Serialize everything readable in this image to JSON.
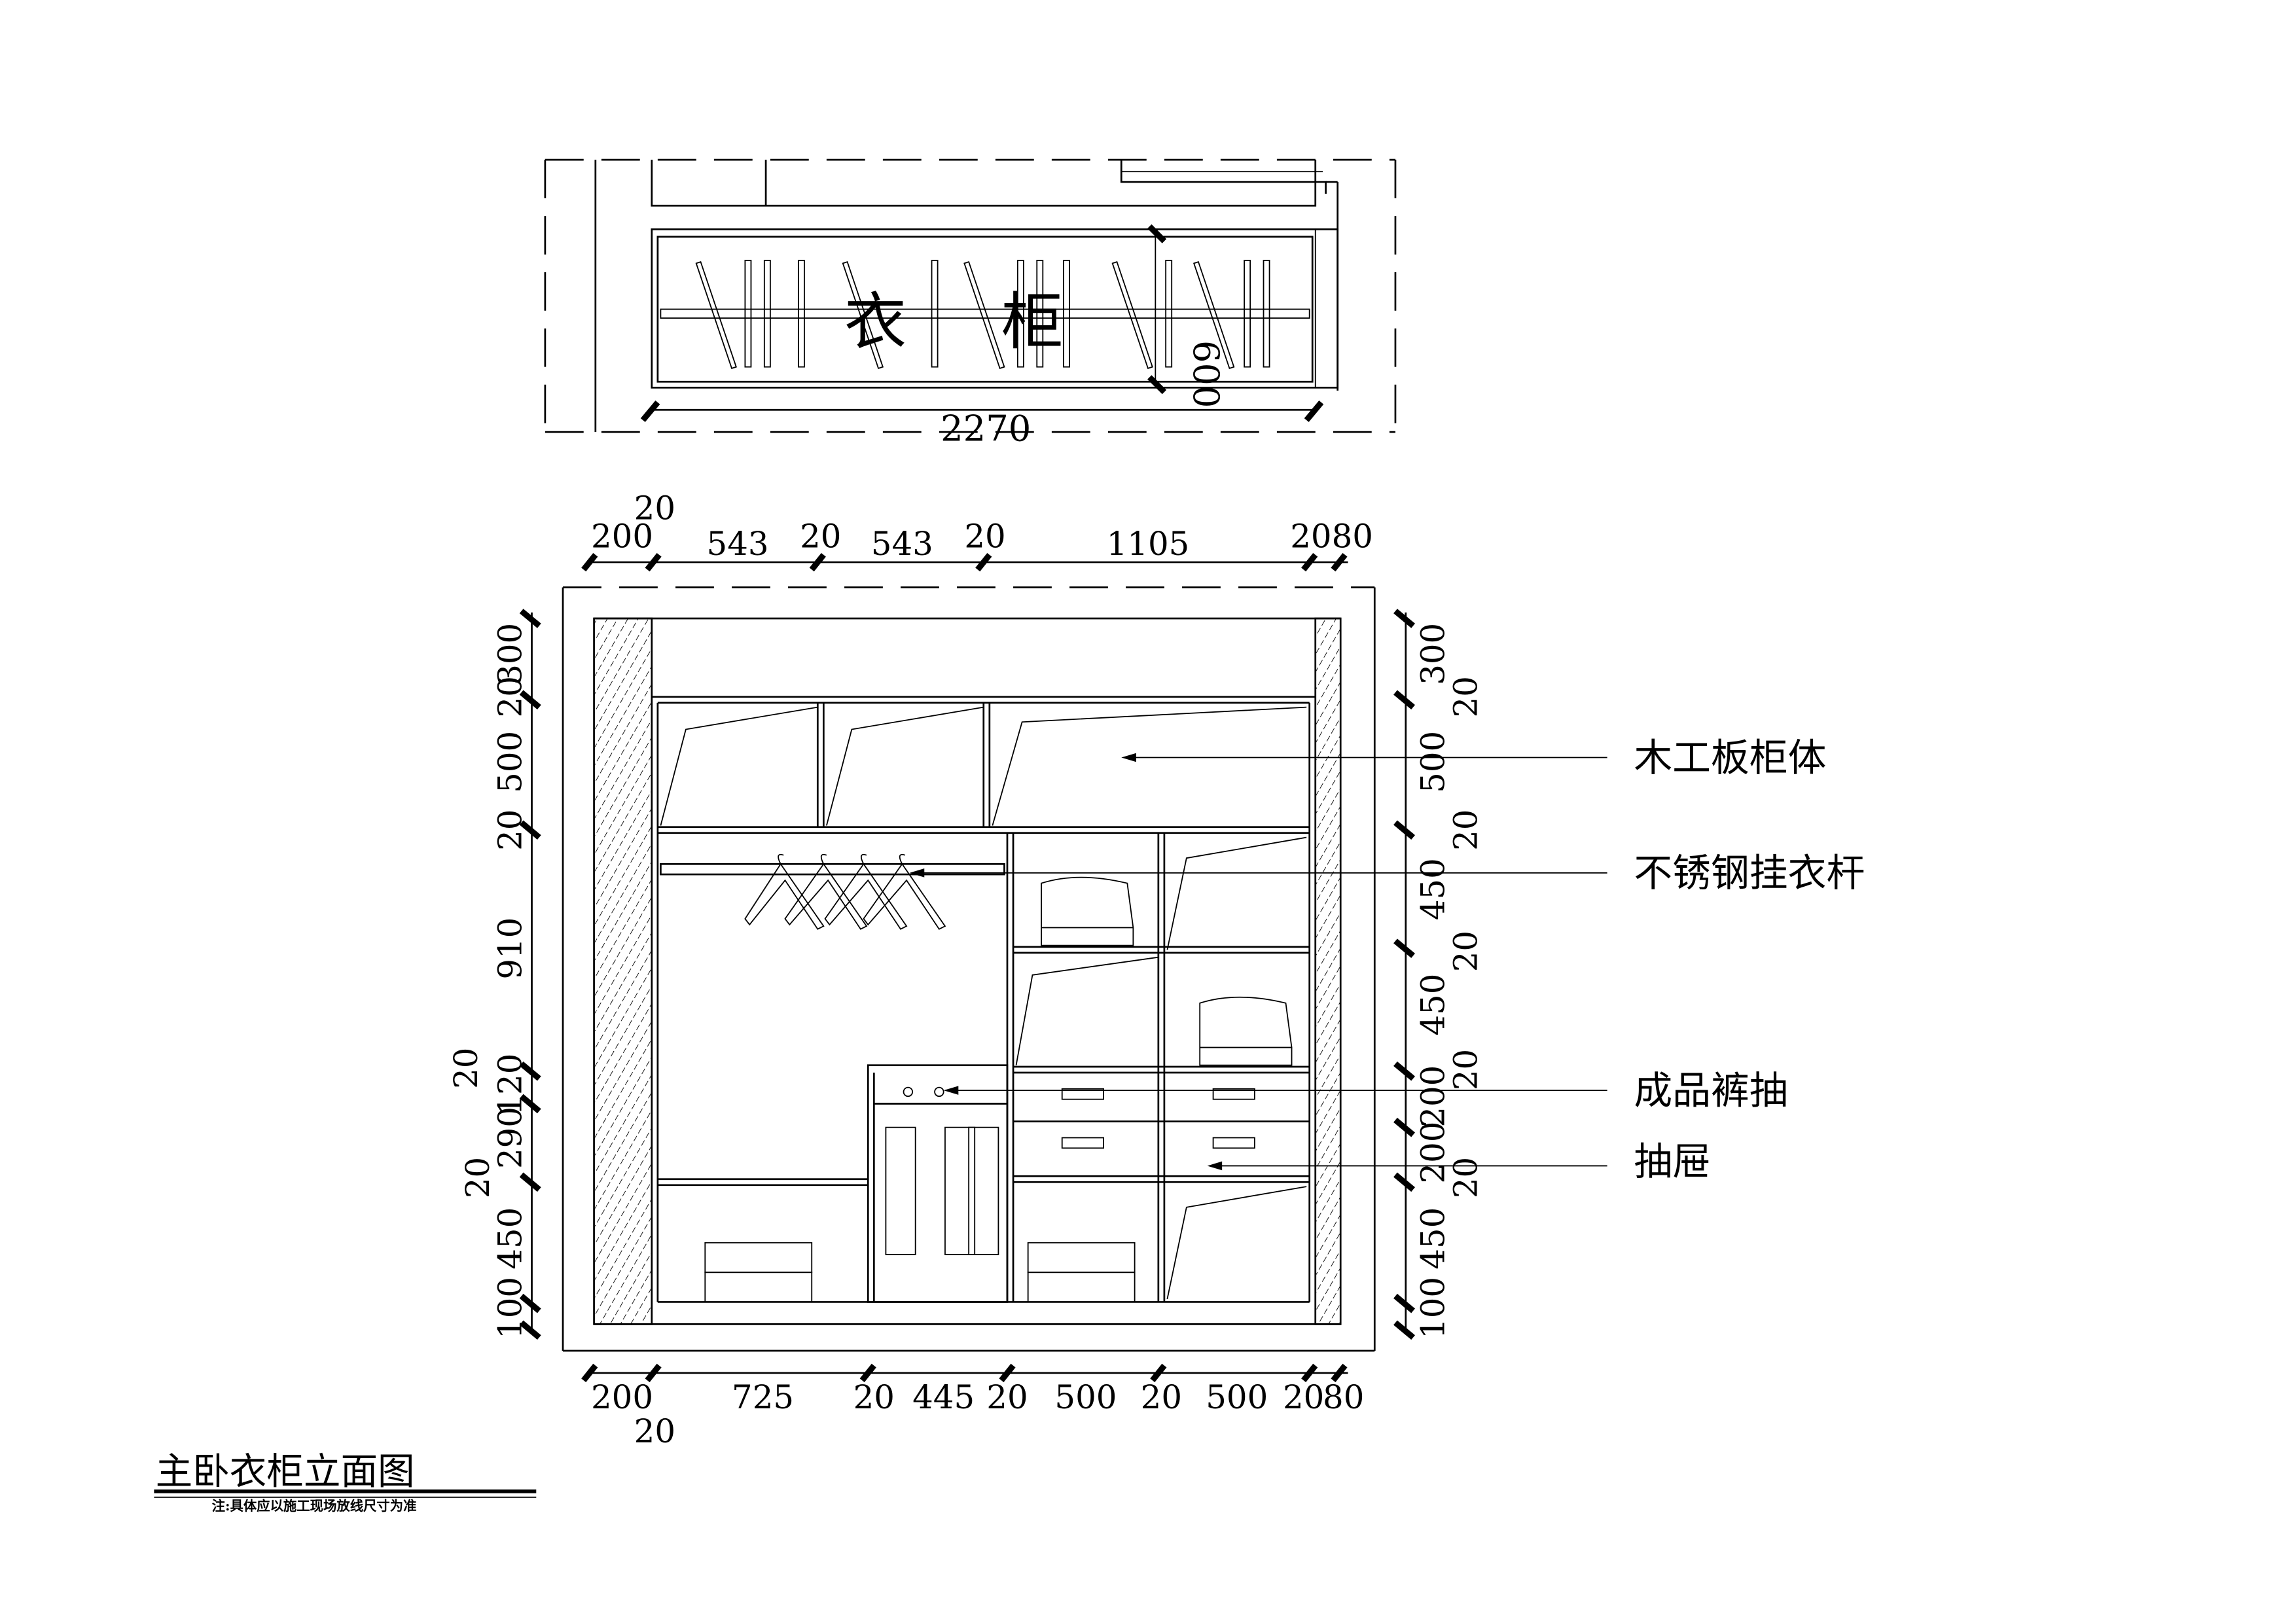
{
  "plan_view": {
    "room_label": [
      "衣",
      "柜"
    ],
    "depth_dim": "600",
    "width_dim": "2270"
  },
  "elevation": {
    "top_dims": [
      "200",
      "20",
      "543",
      "20",
      "543",
      "20",
      "1105",
      "20",
      "80"
    ],
    "bottom_dims": [
      "200",
      "20",
      "725",
      "20",
      "445",
      "20",
      "500",
      "20",
      "500",
      "20",
      "80"
    ],
    "left_dims": [
      "300",
      "20",
      "500",
      "20",
      "910",
      "20",
      "120",
      "290",
      "20",
      "450",
      "100"
    ],
    "right_dims": [
      "300",
      "20",
      "500",
      "20",
      "450",
      "20",
      "450",
      "20",
      "200",
      "200",
      "20",
      "450",
      "100"
    ]
  },
  "callouts": [
    {
      "label": "木工板柜体"
    },
    {
      "label": "不锈钢挂衣杆"
    },
    {
      "label": "成品裤抽"
    },
    {
      "label": "抽屉"
    }
  ],
  "title_block": {
    "title": "主卧衣柜立面图",
    "note": "注:具体应以施工现场放线尺寸为准"
  }
}
